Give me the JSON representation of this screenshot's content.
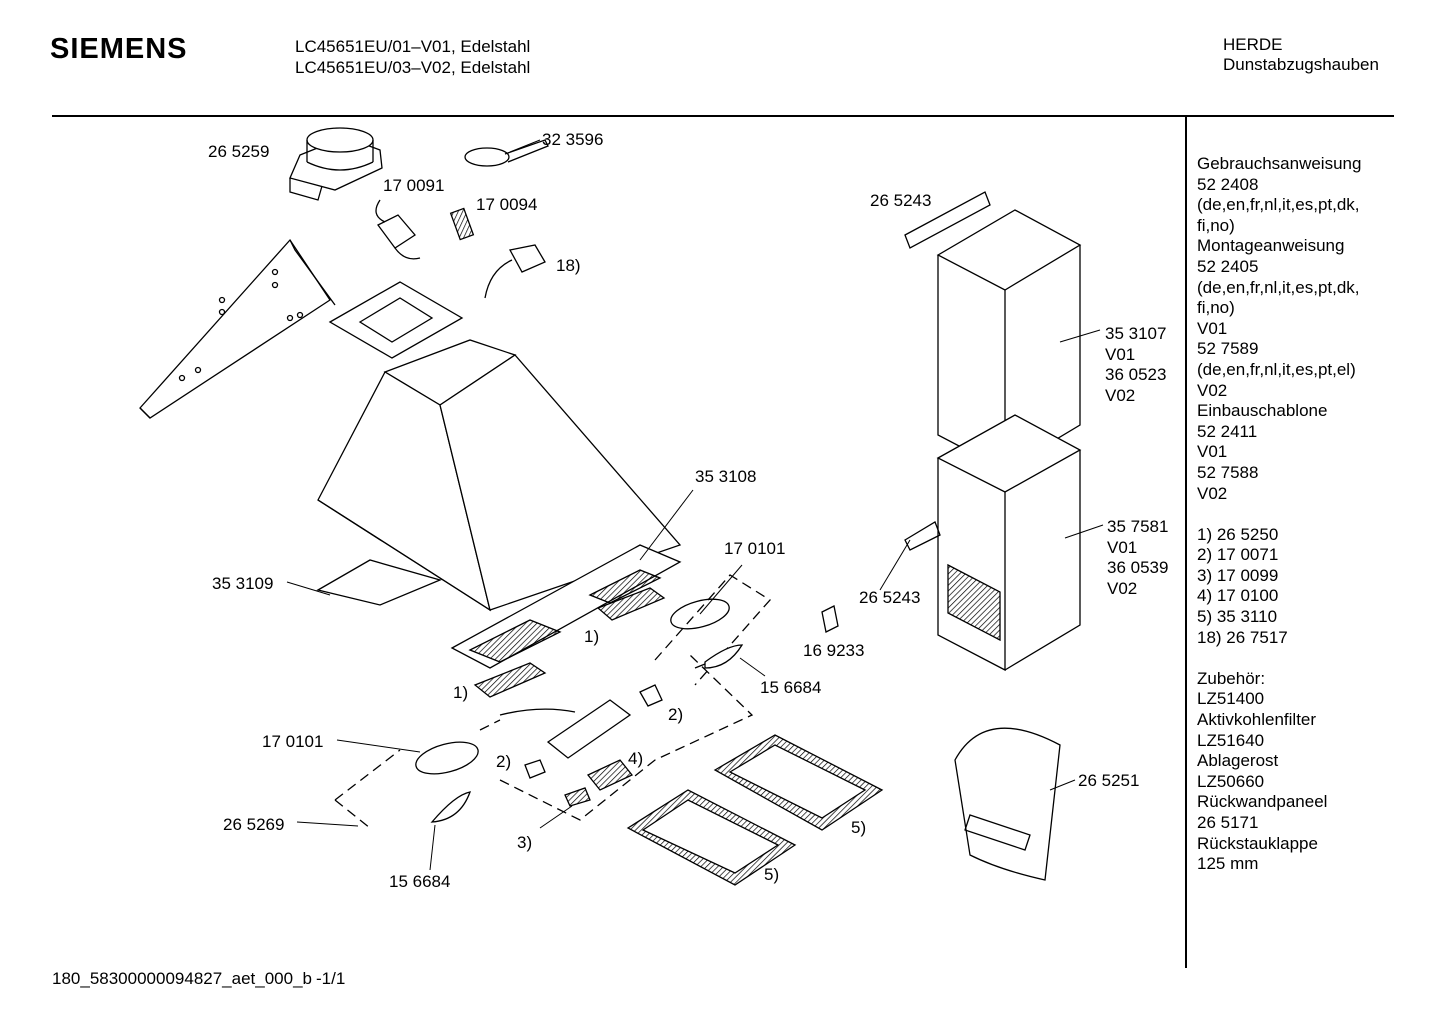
{
  "header": {
    "brand": "SIEMENS",
    "model_line_1": "LC45651EU/01–V01,  Edelstahl",
    "model_line_2": "LC45651EU/03–V02,  Edelstahl",
    "category": "HERDE",
    "subcategory": "Dunstabzugshauben"
  },
  "callouts": {
    "c265259": "26 5259",
    "c323596": "32 3596",
    "c170091": "17 0091",
    "c170094": "17 0094",
    "c18": "18)",
    "c265243a": "26 5243",
    "c353107": "35 3107",
    "c353107v1": "V01",
    "c360523": "36 0523",
    "c360523v2": "V02",
    "c353108": "35 3108",
    "c170101a": "17 0101",
    "c353109": "35 3109",
    "c1a": "1)",
    "c1b": "1)",
    "c357581": "35 7581",
    "c357581v1": "V01",
    "c360539": "36 0539",
    "c360539v2": "V02",
    "c265243b": "26 5243",
    "c169233": "16 9233",
    "c156684a": "15 6684",
    "c2a": "2)",
    "c2b": "2)",
    "c4": "4)",
    "c170101b": "17 0101",
    "c265269": "26 5269",
    "c3": "3)",
    "c156684b": "15 6684",
    "c5a": "5)",
    "c5b": "5)",
    "c265251": "26 5251"
  },
  "sidebar": [
    "Gebrauchsanweisung",
    "52 2408",
    "(de,en,fr,nl,it,es,pt,dk,",
    "fi,no)",
    "Montageanweisung",
    "52 2405",
    "(de,en,fr,nl,it,es,pt,dk,",
    "fi,no)",
    "V01",
    "52 7589",
    "(de,en,fr,nl,it,es,pt,el)",
    "V02",
    "Einbauschablone",
    "52 2411",
    "V01",
    "52 7588",
    "V02",
    "",
    "1) 26 5250",
    "2) 17 0071",
    "3) 17 0099",
    "4) 17 0100",
    "5) 35 3110",
    "18) 26 7517",
    "",
    "Zubehör:",
    "LZ51400",
    "Aktivkohlenfilter",
    "LZ51640",
    "Ablagerost",
    "LZ50660",
    "Rückwandpaneel",
    "26 5171",
    "Rückstauklappe",
    "125 mm"
  ],
  "footer": {
    "doc_id": "180_58300000094827_aet_000_b",
    "page": "-1/1"
  }
}
